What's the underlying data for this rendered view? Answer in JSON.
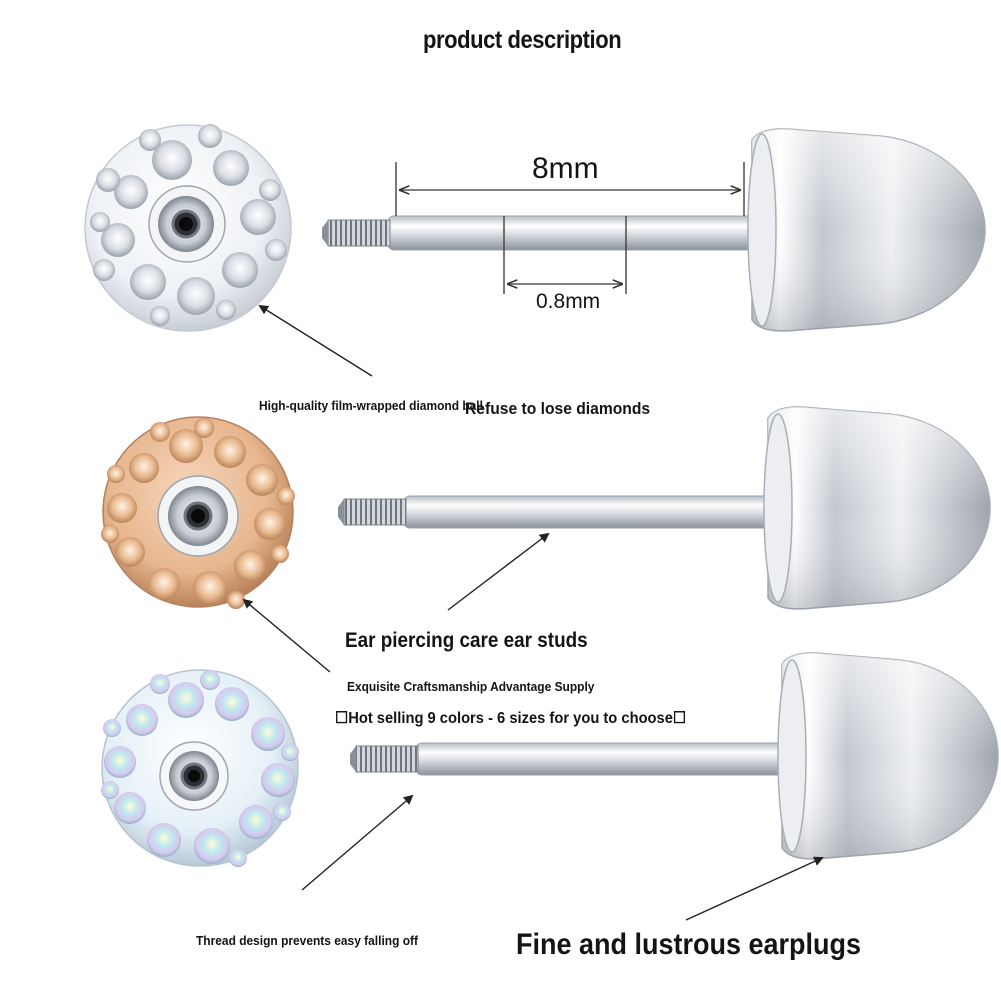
{
  "title": "product description",
  "dimensions": {
    "length": "8mm",
    "thickness": "0.8mm"
  },
  "captions": {
    "film_wrapped": "High-quality film-wrapped diamond ball",
    "refuse_lose": "Refuse to lose diamonds",
    "care_studs": "Ear piercing care ear studs",
    "craftsmanship": "Exquisite Craftsmanship Advantage Supply",
    "hot_selling": "☐Hot selling 9 colors - 6 sizes for you to choose☐",
    "thread_design": "Thread design prevents easy falling off",
    "earplugs": "Fine and lustrous earplugs"
  },
  "colors": {
    "ball_clear": "#eef1f5",
    "ball_champagne": "#e7b68e",
    "ball_aurora": "#e4f0f7",
    "metal_light": "#f7f8fa",
    "metal_dark": "#9aa0a8"
  }
}
